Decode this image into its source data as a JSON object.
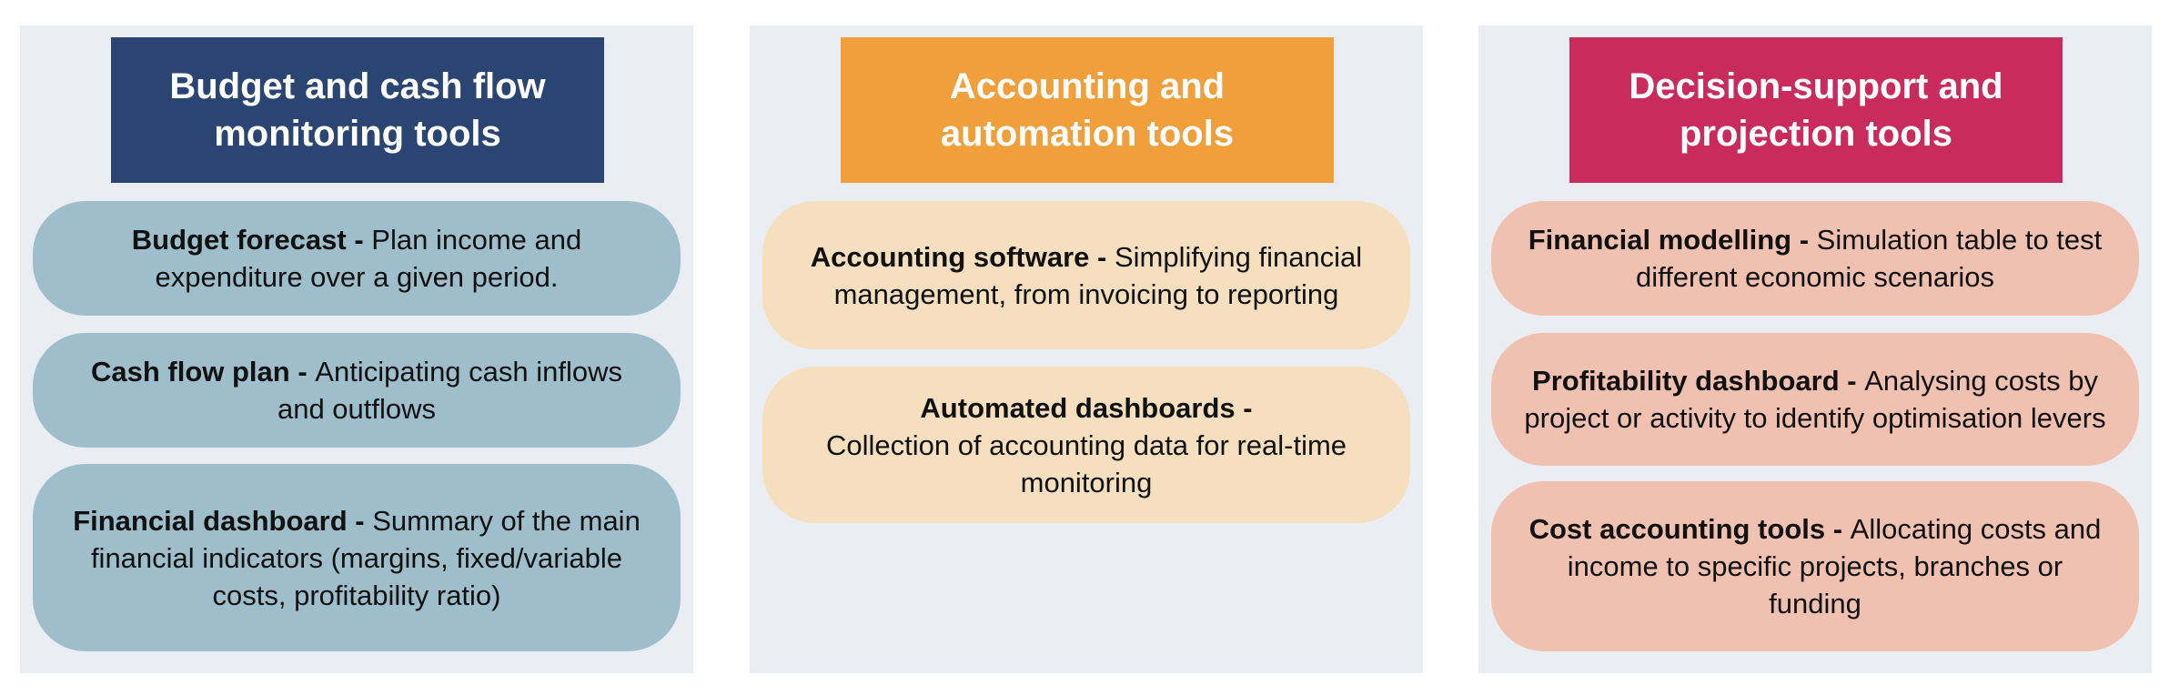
{
  "colors": {
    "panel_bg": "#eaeef2",
    "col1_header": "#2b4572",
    "col1_card": "#9fbecb",
    "col2_header": "#f09f3a",
    "col2_card": "#f5dfbf",
    "col3_header": "#c92b5c",
    "col3_card": "#f0c1b1"
  },
  "columns": [
    {
      "title_line1": "Budget and cash flow",
      "title_line2": "monitoring tools",
      "items": [
        {
          "term": "Budget forecast",
          "separator": " - ",
          "description": "Plan income and expenditure over a given period."
        },
        {
          "term": "Cash flow plan",
          "separator": " - ",
          "description": "Anticipating cash inflows and outflows"
        },
        {
          "term": "Financial dashboard",
          "separator": " - ",
          "description": "Summary of the main financial indicators (margins, fixed/variable costs, profitability ratio)"
        }
      ]
    },
    {
      "title_line1": "Accounting and",
      "title_line2": "automation tools",
      "items": [
        {
          "term": "Accounting software",
          "separator": " - ",
          "description": "Simplifying financial management, from invoicing to reporting"
        },
        {
          "term": "Automated dashboards",
          "separator": " - ",
          "description": "Collection of accounting data for real-time monitoring"
        }
      ]
    },
    {
      "title_line1": "Decision-support and",
      "title_line2": "projection tools",
      "items": [
        {
          "term": "Financial modelling",
          "separator": " - ",
          "description": "Simulation table to test different economic scenarios"
        },
        {
          "term": "Profitability dashboard",
          "separator": " - ",
          "description": "Analysing costs by project or activity to identify optimisation levers"
        },
        {
          "term": "Cost accounting tools",
          "separator": " - ",
          "description": "Allocating costs and income to specific projects, branches or funding"
        }
      ]
    }
  ]
}
